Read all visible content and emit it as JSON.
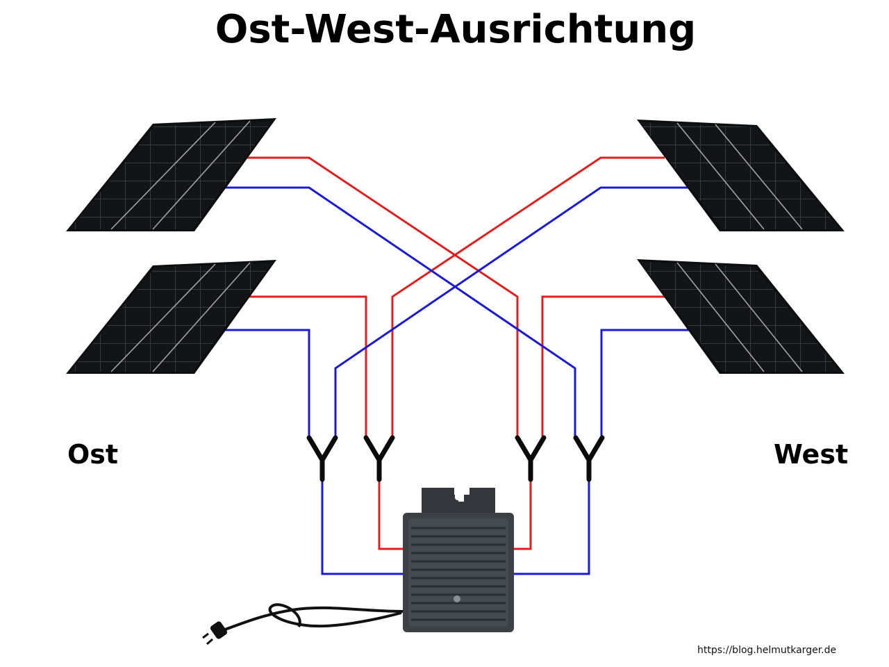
{
  "title": "Ost-West-Ausrichtung",
  "labels": {
    "east": "Ost",
    "west": "West"
  },
  "source": "https://blog.helmutkarger.de",
  "colors": {
    "positive_wire": "#e01e1e",
    "negative_wire": "#1a1ad6",
    "panel": "#111214",
    "inverter": "#3f4348"
  },
  "icons": [
    "solar-panel-icon",
    "y-splitter-icon",
    "micro-inverter-icon",
    "power-plug-icon"
  ]
}
